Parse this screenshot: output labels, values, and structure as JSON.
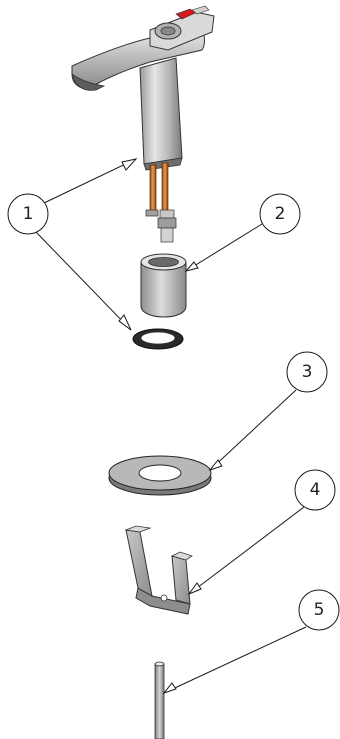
{
  "diagram": {
    "balloons": [
      {
        "number": "1"
      },
      {
        "number": "2"
      },
      {
        "number": "3"
      },
      {
        "number": "4"
      },
      {
        "number": "5"
      }
    ],
    "parts": [
      {
        "name": "faucet-body"
      },
      {
        "name": "supply-hoses"
      },
      {
        "name": "mounting-sleeve"
      },
      {
        "name": "o-ring-gasket"
      },
      {
        "name": "washer"
      },
      {
        "name": "mounting-bracket"
      },
      {
        "name": "threaded-rod"
      }
    ]
  }
}
